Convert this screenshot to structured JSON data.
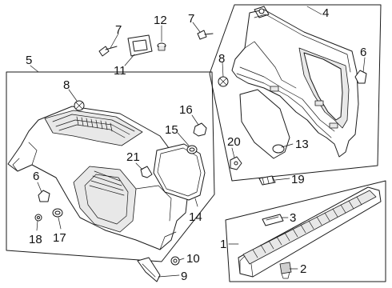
{
  "callouts": {
    "c1": "1",
    "c2": "2",
    "c3": "3",
    "c4": "4",
    "c5": "5",
    "c6a": "6",
    "c6b": "6",
    "c7a": "7",
    "c7b": "7",
    "c8a": "8",
    "c8b": "8",
    "c9": "9",
    "c10": "10",
    "c11": "11",
    "c12": "12",
    "c13": "13",
    "c14": "14",
    "c15": "15",
    "c16": "16",
    "c17": "17",
    "c18": "18",
    "c19": "19",
    "c20": "20",
    "c21": "21"
  }
}
